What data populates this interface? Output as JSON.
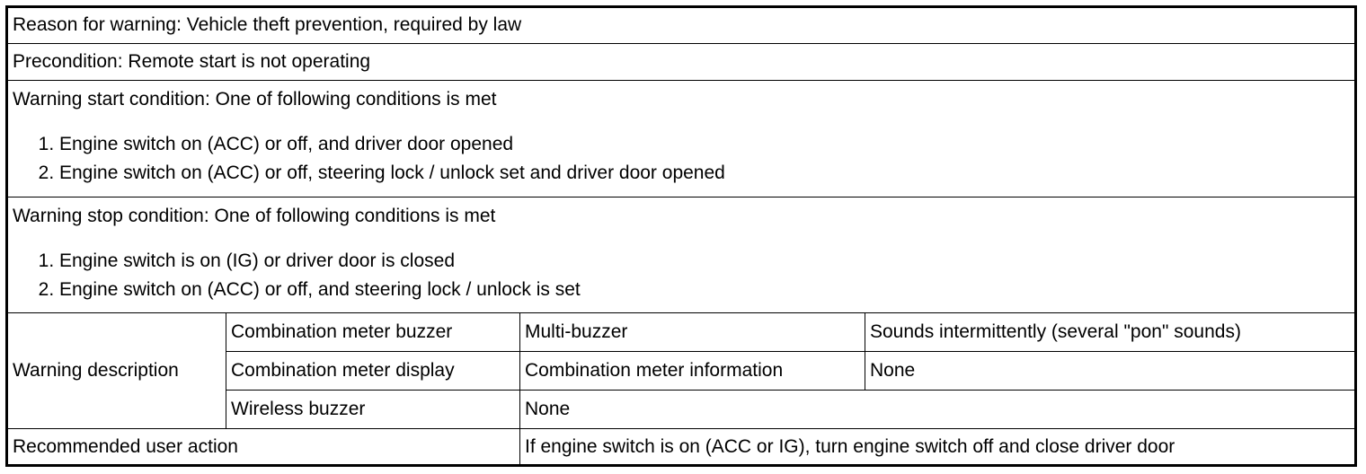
{
  "rows": {
    "reason": "Reason for warning: Vehicle theft prevention, required by law",
    "precondition": "Precondition: Remote start is not operating",
    "start_condition": {
      "title": "Warning start condition: One of following conditions is met",
      "items": [
        "Engine switch on (ACC) or off, and driver door opened",
        "Engine switch on (ACC) or off, steering lock / unlock set and driver door opened"
      ]
    },
    "stop_condition": {
      "title": "Warning stop condition: One of following conditions is met",
      "items": [
        "Engine switch is on (IG) or driver door is closed",
        "Engine switch on (ACC) or off, and steering lock / unlock is set"
      ]
    },
    "warning_description": {
      "label": "Warning description",
      "entries": [
        {
          "device": "Combination meter buzzer",
          "type": "Multi-buzzer",
          "detail": "Sounds intermittently (several \"pon\" sounds)"
        },
        {
          "device": "Combination meter display",
          "type": "Combination meter information",
          "detail": "None"
        },
        {
          "device": "Wireless buzzer",
          "type": "None"
        }
      ]
    },
    "user_action": {
      "label": "Recommended user action",
      "value": "If engine switch is on (ACC or IG), turn engine switch off and close driver door"
    }
  }
}
